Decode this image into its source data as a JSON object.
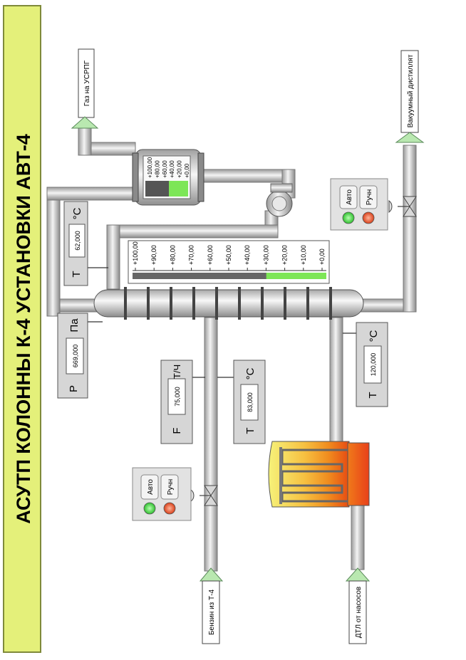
{
  "title": "АСУТП КОЛОННЫ К-4 УСТАНОВКИ АВТ-4",
  "streams": {
    "gas_out": "Газ на УСРПГ",
    "vacuum_out": "Вакуумный дистиллят",
    "benzin_in": "Бензин из Т-4",
    "dtl_in": "ДТЛ от насосов"
  },
  "instruments": {
    "t_top": {
      "tag": "T",
      "value": "62,000",
      "unit": "°C"
    },
    "p_col": {
      "tag": "P",
      "value": "669,000",
      "unit": "Па"
    },
    "f_feed": {
      "tag": "F",
      "value": "75,000",
      "unit": "Т/Ч"
    },
    "t_feed": {
      "tag": "T",
      "value": "83,000",
      "unit": "°C"
    },
    "t_bottom": {
      "tag": "T",
      "value": "120,000",
      "unit": "°C"
    }
  },
  "controls": {
    "top_valve": {
      "auto_label": "Авто",
      "manual_label": "Ручн"
    },
    "feed_valve": {
      "auto_label": "Авто",
      "manual_label": "Ручн"
    }
  },
  "level_gauge": {
    "ticks": [
      "+100,00",
      "+90,00",
      "+80,00",
      "+70,00",
      "+60,00",
      "+50,00",
      "+40,00",
      "+30,00",
      "+20,00",
      "+10,00",
      "+0,00"
    ],
    "level_percent": 31
  },
  "drum_gauge": {
    "ticks": [
      "+100,00",
      "+80,00",
      "+60,00",
      "+40,00",
      "+20,00",
      "+0,00"
    ],
    "level_percent": 45
  },
  "colors": {
    "banner": "#e4f07a",
    "level_fill": "#7de657",
    "auto_led": "#3ccf3c",
    "manual_led": "#e8471f"
  }
}
